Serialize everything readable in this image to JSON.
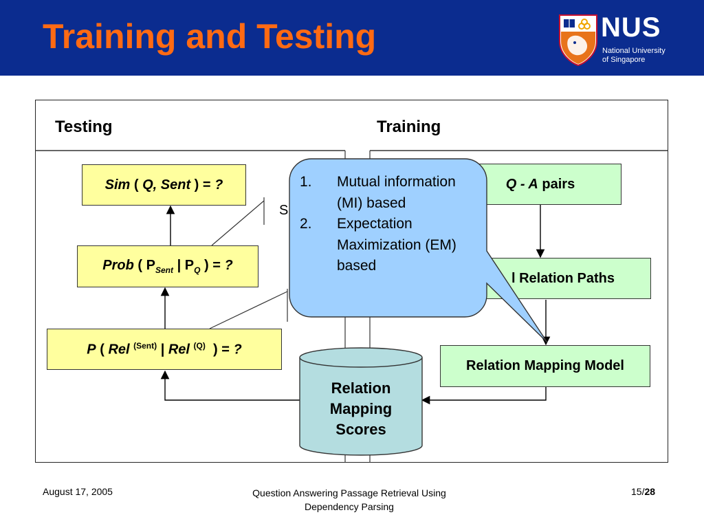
{
  "slide": {
    "title": "Training and Testing"
  },
  "logo": {
    "name": "NUS",
    "line1": "National University",
    "line2": "of Singapore"
  },
  "columns": {
    "testing": "Testing",
    "training": "Training"
  },
  "testing_boxes": {
    "sim": {
      "func": "Sim",
      "paren_open": "(",
      "args": "Q, Sent",
      "paren_close": ")",
      "eq": "=",
      "q": "?"
    },
    "prob": {
      "func": "Prob",
      "paren_open": "(",
      "p1": "P",
      "sub1": "Sent",
      "bar": "|",
      "p2": "P",
      "sub2": "Q",
      "paren_close": ")",
      "eq": "=",
      "q": "?"
    },
    "rel": {
      "func": "P",
      "paren_open": "(",
      "r1": "Rel",
      "sup1": "(Sent)",
      "bar": "|",
      "r2": "Rel",
      "sup2": "(Q)",
      "paren_close": ")",
      "eq": "=",
      "q": "?"
    }
  },
  "training_boxes": {
    "qa_pairs": {
      "prefix": "Q - A",
      "rest": " pairs"
    },
    "paths": "l Relation Paths",
    "model": "Relation Mapping Model"
  },
  "partial_text": "S",
  "callout": {
    "items": [
      {
        "num": "1.",
        "text": "Mutual information (MI) based"
      },
      {
        "num": "2.",
        "text": "Expectation Maximization (EM) based"
      }
    ]
  },
  "database": {
    "lines": [
      "Relation",
      "Mapping",
      "Scores"
    ]
  },
  "footer": {
    "date": "August 17, 2005",
    "title_line1": "Question Answering Passage Retrieval Using",
    "title_line2": "Dependency Parsing",
    "page_current": "15/",
    "page_total": "28"
  },
  "colors": {
    "header_bg": "#0b2c8f",
    "title": "#ff6a13",
    "yellow_box": "#ffff9e",
    "green_box": "#ccffcc",
    "callout": "#9fd0ff",
    "database": "#b4dde0"
  }
}
